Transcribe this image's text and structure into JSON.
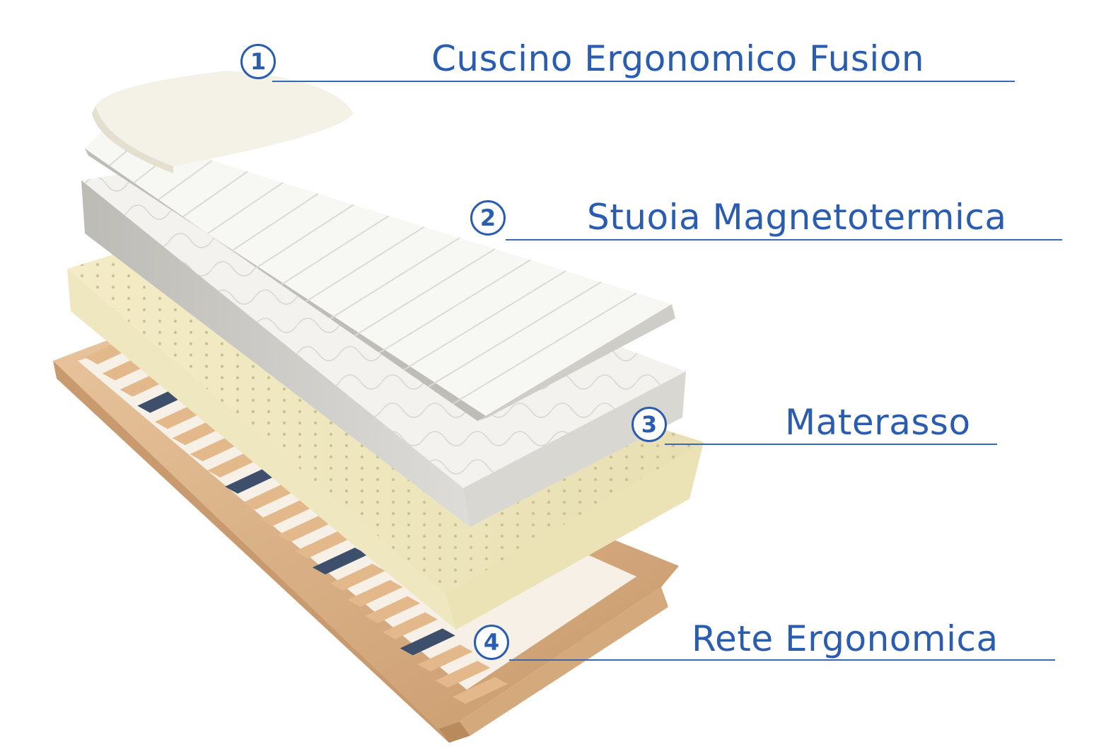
{
  "colors": {
    "accent": "#2a5cb0",
    "rule": "#3b67b8",
    "background": "#ffffff"
  },
  "callouts": [
    {
      "number": "1",
      "label": "Cuscino Ergonomico Fusion"
    },
    {
      "number": "2",
      "label": "Stuoia Magnetotermica"
    },
    {
      "number": "3",
      "label": "Materasso"
    },
    {
      "number": "4",
      "label": "Rete Ergonomica"
    }
  ]
}
